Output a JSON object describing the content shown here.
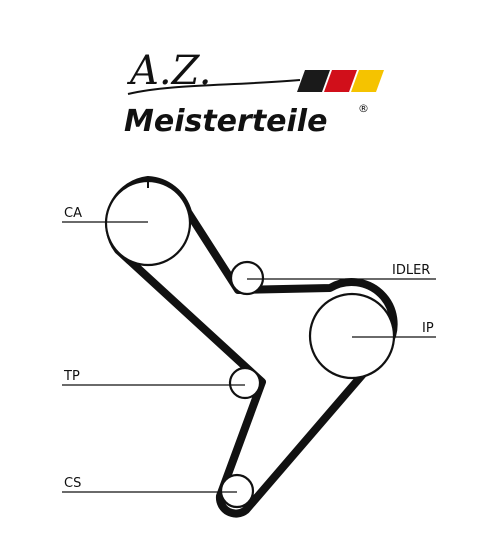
{
  "logo": {
    "signature": "A.Z.",
    "brand": "Meisterteile",
    "registered_mark": "®",
    "flag_colors": [
      "#1a1a1a",
      "#d10f1a",
      "#f5c300"
    ]
  },
  "diagram": {
    "labels": {
      "ca": "CA",
      "idler": "IDLER",
      "ip": "IP",
      "tp": "TP",
      "cs": "CS"
    },
    "colors": {
      "belt": "#111111",
      "line": "#111111",
      "pulley_fill": "#ffffff"
    }
  }
}
